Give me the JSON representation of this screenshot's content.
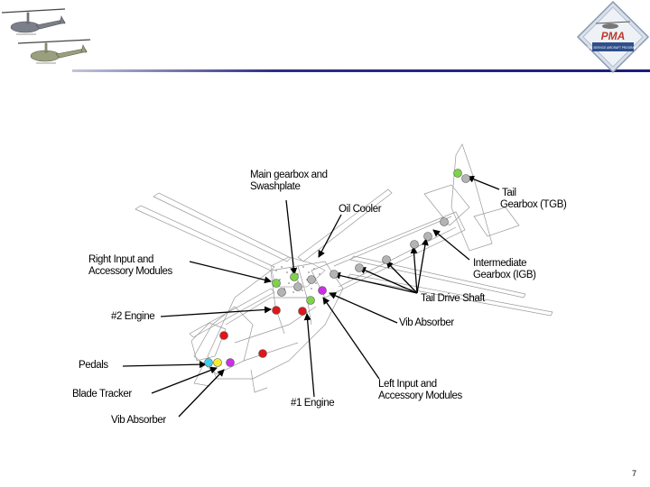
{
  "header": {
    "logo_text": "PMA",
    "logo_subtext": "NAVY RAIL SERVICE AIRCRAFT PROGRAM OFFICE"
  },
  "labels": {
    "main_gearbox": [
      "Main gearbox and",
      "Swashplate"
    ],
    "oil_cooler": [
      "Oil Cooler"
    ],
    "tail_gearbox": [
      "Tail",
      "Gearbox (TGB)"
    ],
    "right_input": [
      "Right Input and",
      "Accessory Modules"
    ],
    "intermediate_gearbox": [
      "Intermediate",
      "Gearbox (IGB)"
    ],
    "tail_drive_shaft": [
      "Tail Drive Shaft"
    ],
    "engine_2": [
      "#2 Engine"
    ],
    "vib_absorber_rear": [
      "Vib Absorber"
    ],
    "pedals": [
      "Pedals"
    ],
    "blade_tracker": [
      "Blade Tracker"
    ],
    "engine_1": [
      "#1 Engine"
    ],
    "left_input": [
      "Left Input and",
      "Accessory Modules"
    ],
    "vib_absorber_front": [
      "Vib Absorber"
    ]
  },
  "colors": {
    "green": "#7fd34a",
    "gray": "#b4b4b4",
    "red": "#e0161a",
    "magenta": "#cc2ee8",
    "cyan": "#3ad0f0",
    "yellow": "#f2ee2c",
    "header_bar": "#2b2e86"
  },
  "page_number": "7"
}
